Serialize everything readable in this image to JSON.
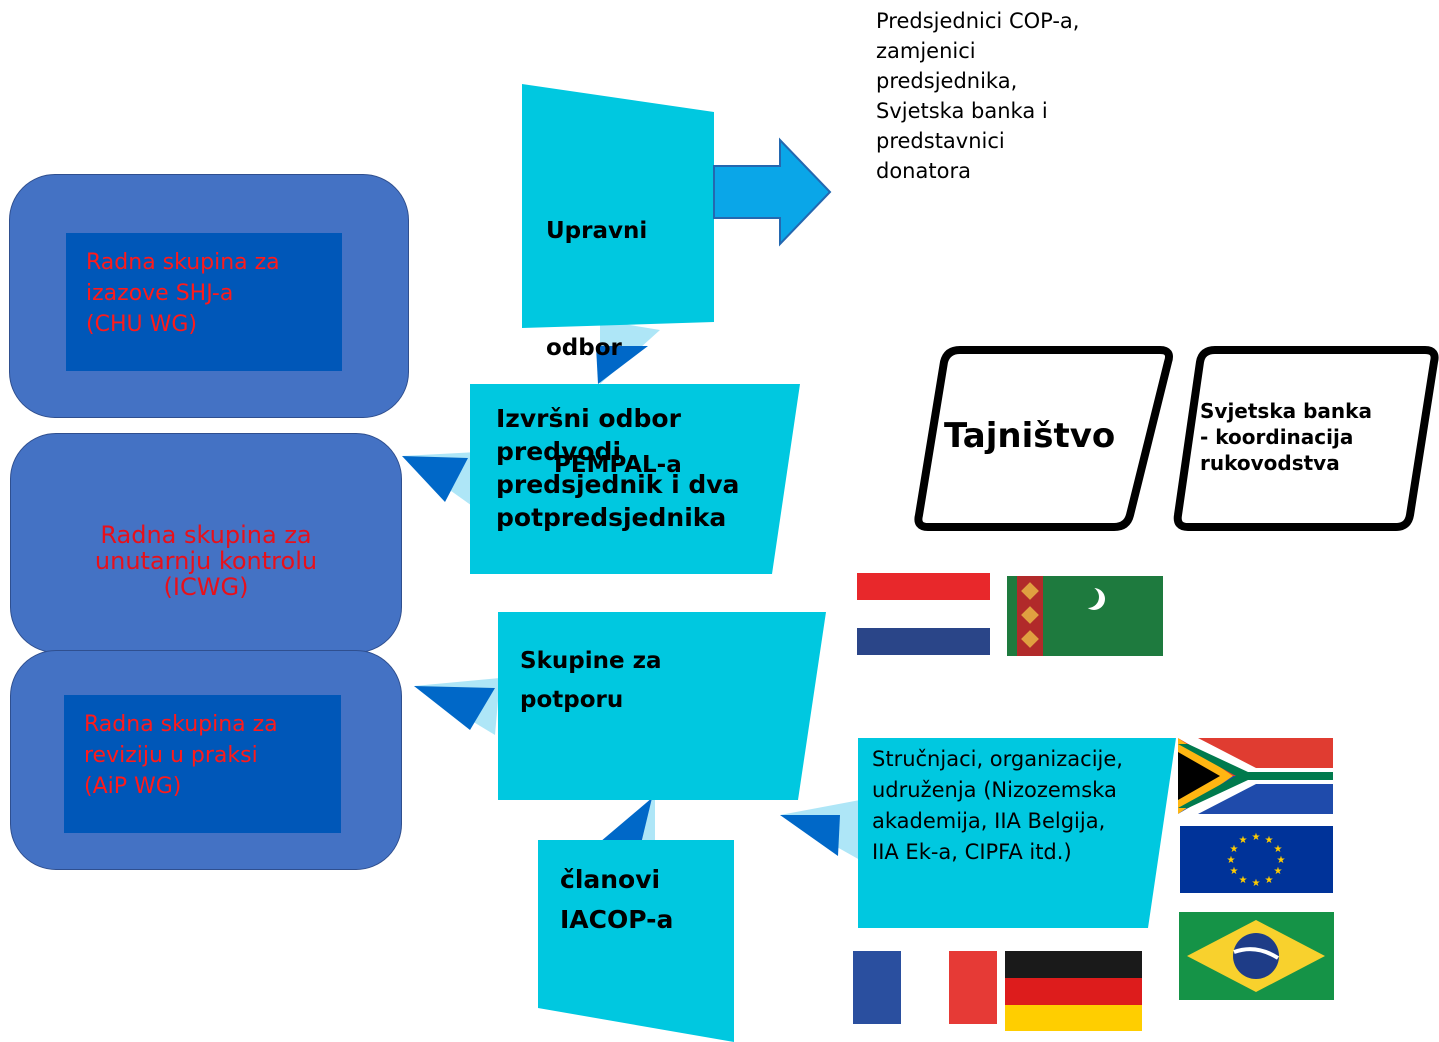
{
  "top_note": {
    "lines": [
      "Predsjednici COP-a,",
      "zamjenici",
      "predsjednika,",
      "Svjetska banka i",
      "predstavnici",
      "donatora"
    ]
  },
  "steering": {
    "lines": [
      "Upravni",
      "odbor",
      " PEMPAL-a"
    ]
  },
  "executive": {
    "lines": [
      "Izvršni odbor",
      "predvodi",
      "predsjednik i dva",
      "potpredsjednika"
    ]
  },
  "support": {
    "lines": [
      "Skupine za",
      "potporu"
    ]
  },
  "members": {
    "lines": [
      "članovi",
      "IACOP-a"
    ]
  },
  "experts": {
    "lines": [
      "Stručnjaci, organizacije,",
      "udruženja (Nizozemska",
      "akademija, IIA Belgija,",
      "IIA Ek-a, CIPFA itd.)"
    ]
  },
  "working_groups": [
    {
      "lines": [
        "Radna skupina za",
        "izazove SHJ-a",
        "(CHU WG)"
      ]
    },
    {
      "lines": [
        "Radna skupina za",
        "unutarnju kontrolu",
        "(ICWG)"
      ]
    },
    {
      "lines": [
        "Radna skupina za",
        "reviziju u praksi",
        "(AiP WG)"
      ]
    }
  ],
  "secretariat": {
    "label": "Tajništvo"
  },
  "world_bank": {
    "lines": [
      "Svjetska banka",
      "- koordinacija",
      "rukovodstva"
    ]
  },
  "flags": [
    "flag-netherlands",
    "flag-turkmenistan",
    "flag-south-africa",
    "flag-eu",
    "flag-brazil",
    "flag-france",
    "flag-germany"
  ],
  "colors": {
    "cyan": "#00c8e0",
    "light_cyan": "#aee6f7",
    "dark_blue": "#0068c8",
    "wg_box": "#4472c4",
    "wg_inner": "#0057b8",
    "red": "#ff1a1a"
  }
}
